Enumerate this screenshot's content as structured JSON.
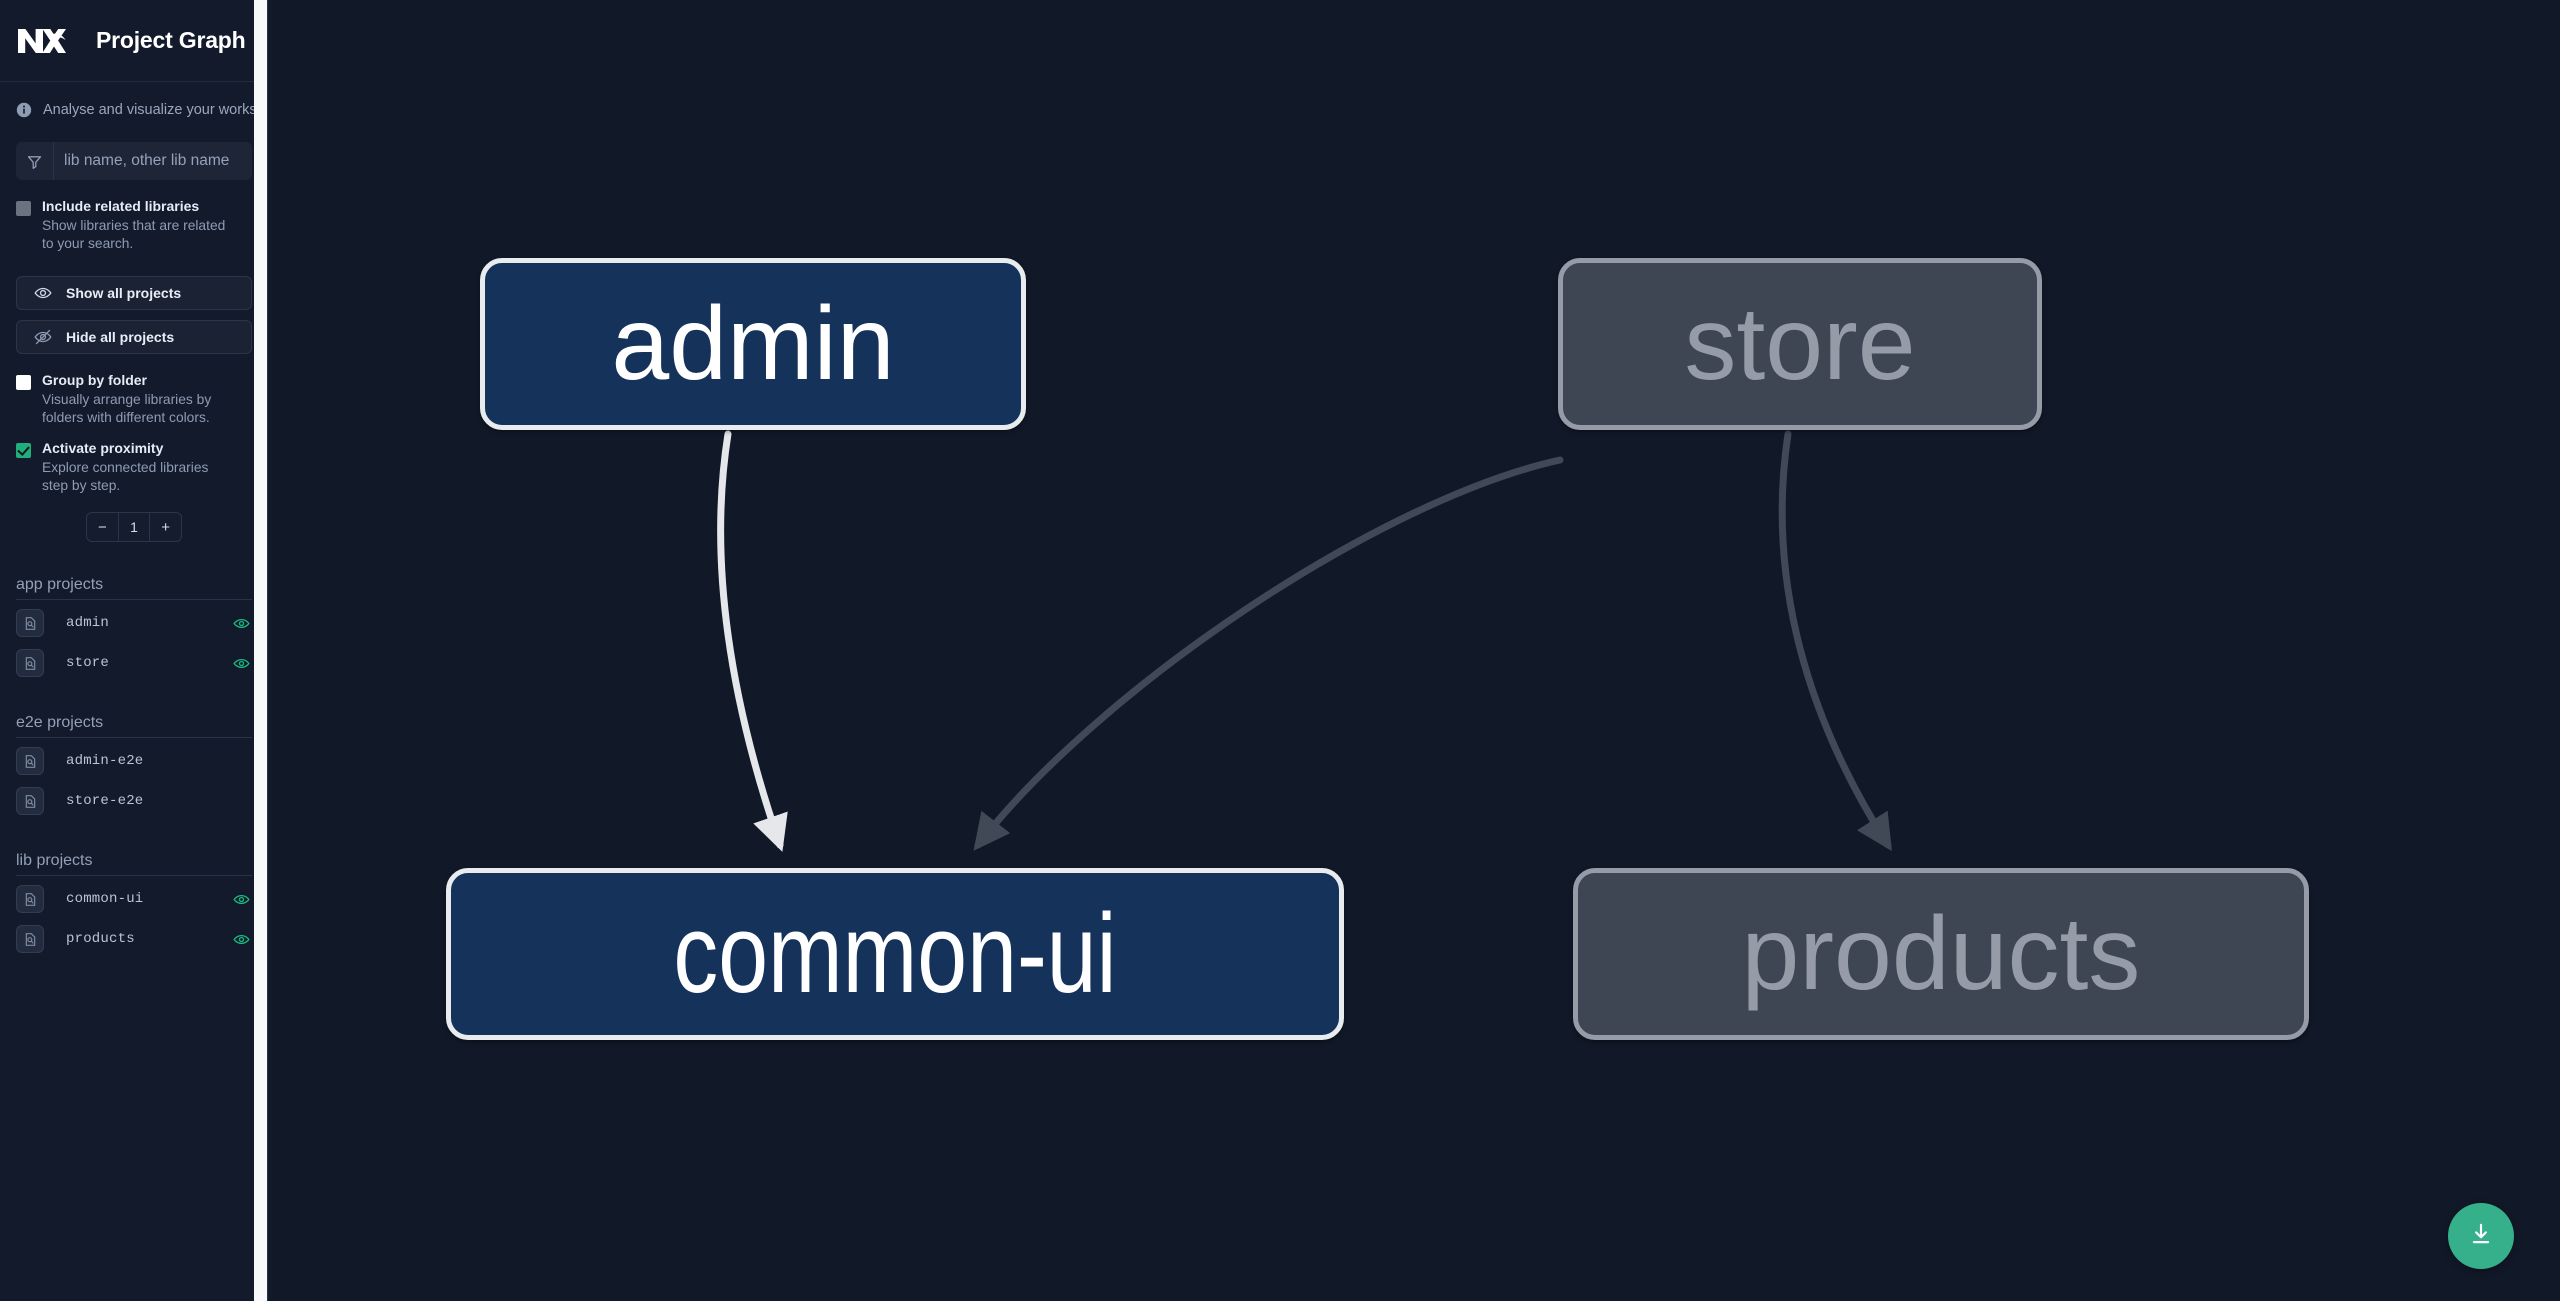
{
  "app": {
    "title": "Project Graph",
    "logo_alt": "nx-logo",
    "tagline": "Analyse and visualize your workspace.",
    "background": "#111827",
    "sidebar_background": "#131a2b",
    "accent_green": "#36b08a"
  },
  "search": {
    "placeholder": "lib name, other lib name",
    "value": "",
    "icon": "filter-icon"
  },
  "options": [
    {
      "id": "include-related-libraries",
      "label": "Include related libraries",
      "description": "Show libraries that are related to your search.",
      "checked": false,
      "state": "grey"
    },
    {
      "id": "group-by-folder",
      "label": "Group by folder",
      "description": "Visually arrange libraries by folders with different colors.",
      "checked": false,
      "state": "white"
    },
    {
      "id": "activate-proximity",
      "label": "Activate proximity",
      "description": "Explore connected libraries step by step.",
      "checked": true,
      "state": "green"
    }
  ],
  "buttons": {
    "show_all": {
      "label": "Show all projects",
      "icon": "eye-icon"
    },
    "hide_all": {
      "label": "Hide all projects",
      "icon": "eye-off-icon"
    }
  },
  "stepper": {
    "decrement": "−",
    "value": "1",
    "increment": "+"
  },
  "project_groups": [
    {
      "title": "app projects",
      "projects": [
        {
          "name": "admin",
          "visible": true
        },
        {
          "name": "store",
          "visible": true
        }
      ]
    },
    {
      "title": "e2e projects",
      "projects": [
        {
          "name": "admin-e2e",
          "visible": false
        },
        {
          "name": "store-e2e",
          "visible": false
        }
      ]
    },
    {
      "title": "lib projects",
      "projects": [
        {
          "name": "common-ui",
          "visible": true
        },
        {
          "name": "products",
          "visible": true
        }
      ]
    }
  ],
  "graph": {
    "nodes": [
      {
        "id": "admin",
        "label": "admin",
        "state": "focus"
      },
      {
        "id": "store",
        "label": "store",
        "state": "dim"
      },
      {
        "id": "common-ui",
        "label": "common-ui",
        "state": "focus"
      },
      {
        "id": "products",
        "label": "products",
        "state": "dim"
      }
    ],
    "edges": [
      {
        "from": "admin",
        "to": "common-ui",
        "highlighted": true
      },
      {
        "from": "store",
        "to": "common-ui",
        "highlighted": false
      },
      {
        "from": "store",
        "to": "products",
        "highlighted": false
      }
    ],
    "colors": {
      "focus_fill": "#15325b",
      "focus_border": "#e9ecef",
      "focus_text": "#ffffff",
      "dim_fill": "#3e4553",
      "dim_border": "#959ca8",
      "dim_text": "#959ca8",
      "edge_highlighted": "#e5e7eb",
      "edge_dim": "#414957"
    }
  },
  "fab": {
    "label": "download-image-button",
    "icon": "download-icon"
  }
}
